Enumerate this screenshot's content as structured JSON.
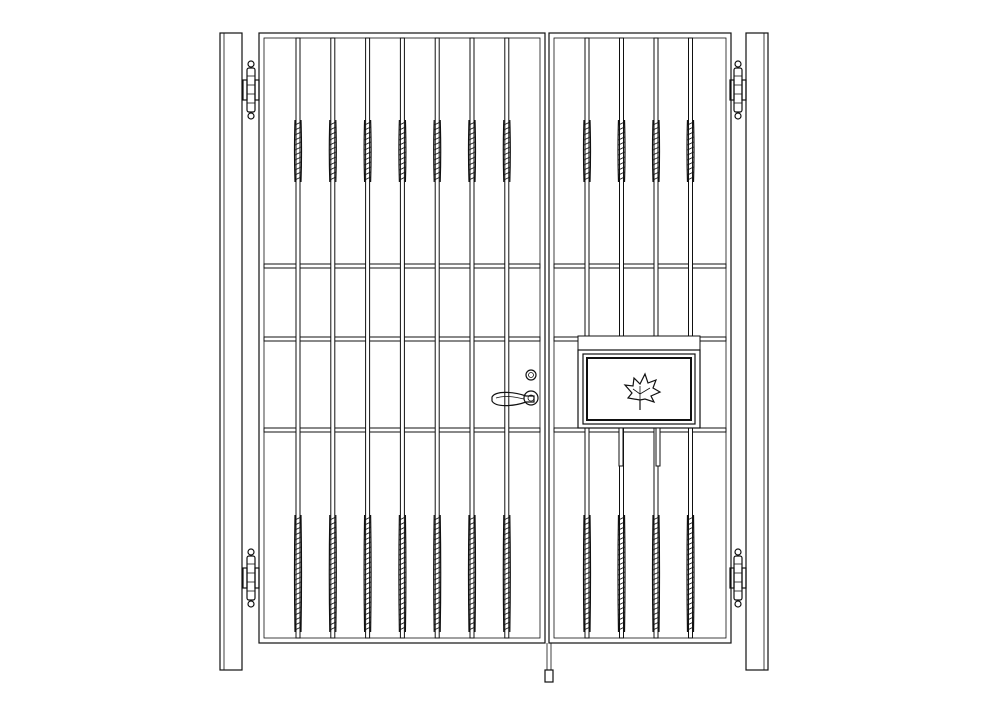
{
  "colors": {
    "ink": "#111111",
    "background": "#ffffff",
    "panel_fill": "#ffffff"
  },
  "gate": {
    "type": "double-leaf wrought-iron gate",
    "left_leaf": {
      "vertical_bars": 7,
      "twisted_sections_per_bar": 2,
      "horizontal_rails": 3,
      "hardware": [
        "door-handle",
        "key-lock"
      ]
    },
    "right_leaf": {
      "vertical_bars": 4,
      "twisted_sections_per_bar": 2,
      "horizontal_rails": 3,
      "hardware": [
        "mailbox"
      ]
    },
    "posts": 2,
    "hinges": 4,
    "mailbox": {
      "emblem": "maple-leaf-icon",
      "has_carry_handle": true
    }
  }
}
